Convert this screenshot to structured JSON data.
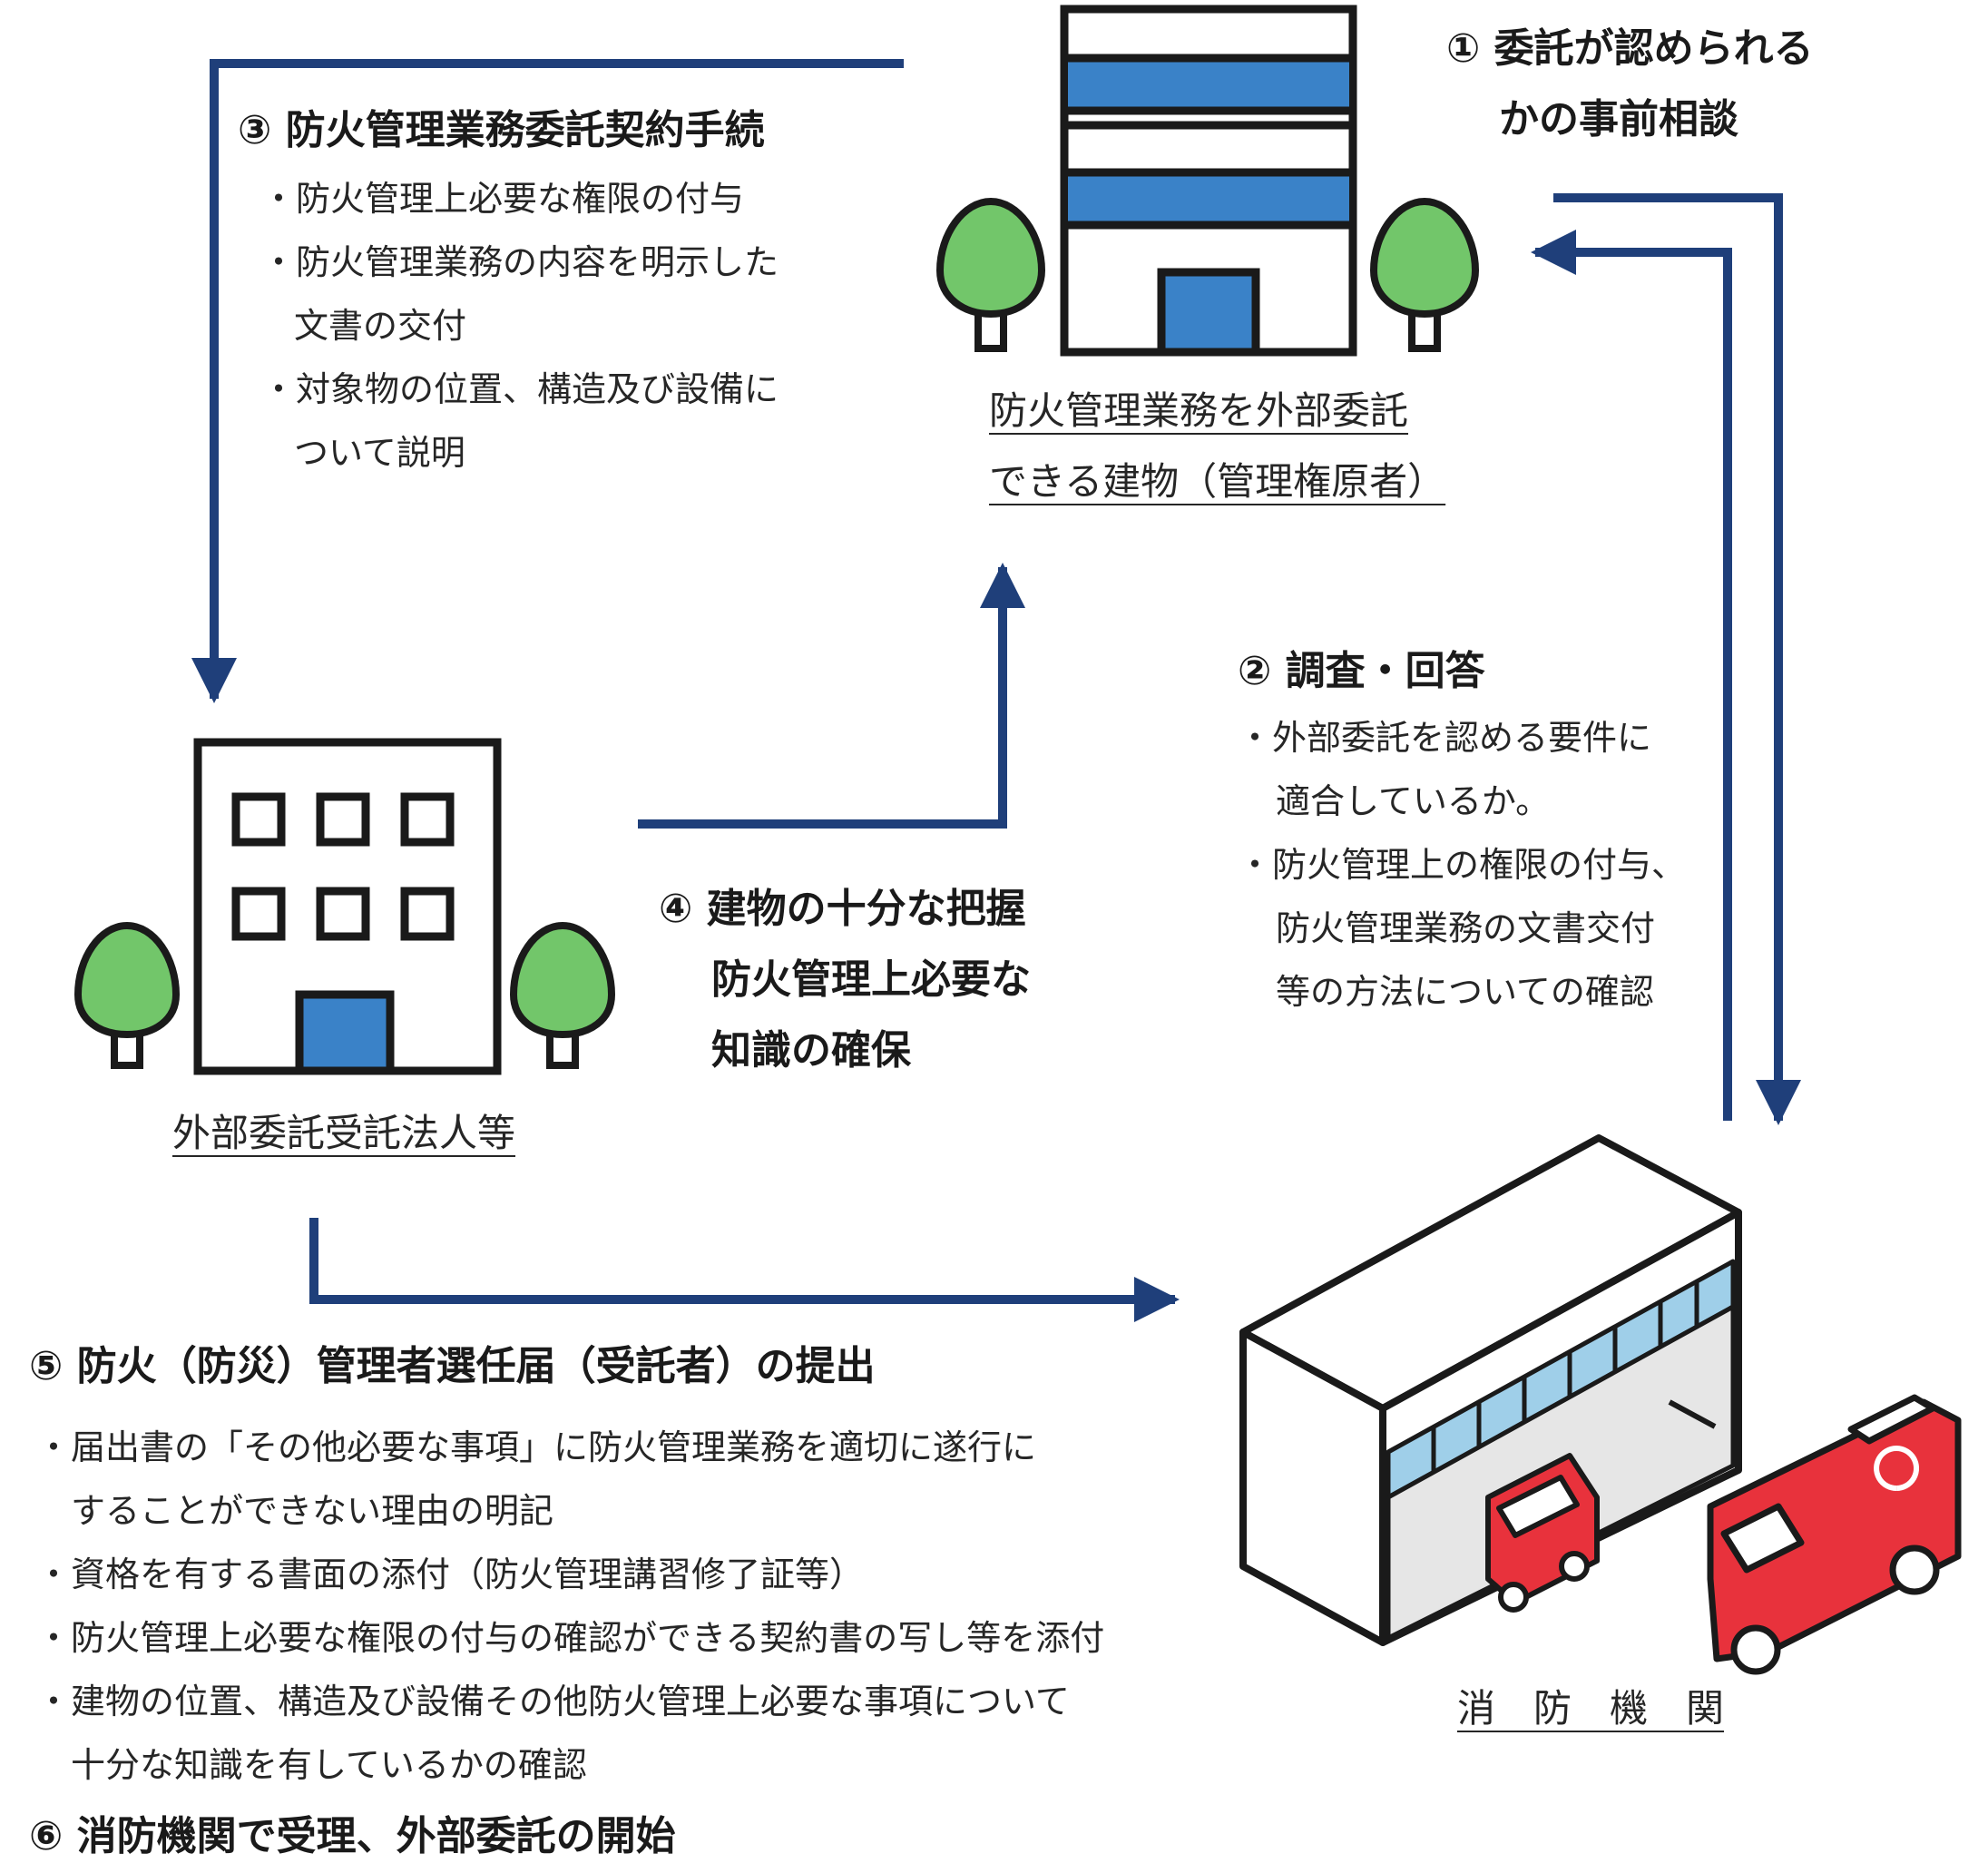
{
  "colors": {
    "arrow": "#1f3f7a",
    "window_blue": "#3a82c8",
    "tree_green": "#72c66a",
    "outline": "#1a1a1a",
    "truck_red": "#e8323c",
    "glass_blue": "#9fcfe9"
  },
  "nodes": {
    "owner_label_line1": "防火管理業務を外部委託",
    "owner_label_line2": "できる建物（管理権原者）",
    "contractor_label": "外部委託受託法人等",
    "fire_dept_label": "消　防　機　関"
  },
  "steps": {
    "s1_line1": "① 委託が認められる",
    "s1_line2": "かの事前相談",
    "s2_title": "② 調査・回答",
    "s2_items": [
      "・外部委託を認める要件に",
      "適合しているか。",
      "・防火管理上の権限の付与、",
      "防火管理業務の文書交付",
      "等の方法についての確認"
    ],
    "s3_title": "③ 防火管理業務委託契約手続",
    "s3_items": [
      "・防火管理上必要な権限の付与",
      "・防火管理業務の内容を明示した",
      "文書の交付",
      "・対象物の位置、構造及び設備に",
      "ついて説明"
    ],
    "s4_line1": "④ 建物の十分な把握",
    "s4_line2": "防火管理上必要な",
    "s4_line3": "知識の確保",
    "s5_title": "⑤ 防火（防災）管理者選任届（受託者）の提出",
    "s5_items": [
      "・届出書の「その他必要な事項」に防火管理業務を適切に遂行に",
      "することができない理由の明記",
      "・資格を有する書面の添付（防火管理講習修了証等）",
      "・防火管理上必要な権限の付与の確認ができる契約書の写し等を添付",
      "・建物の位置、構造及び設備その他防火管理上必要な事項について",
      "十分な知識を有しているかの確認"
    ],
    "s6_title": "⑥ 消防機関で受理、外部委託の開始"
  }
}
